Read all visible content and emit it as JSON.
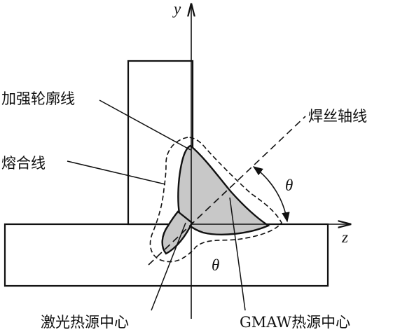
{
  "labels": {
    "reinforcement_profile": "加强轮廓线",
    "fusion_line": "熔合线",
    "wire_axis": "焊丝轴线",
    "laser_center": "激光热源中心",
    "gmaw_center": "GMAW热源中心"
  },
  "axes": {
    "y": "y",
    "z": "z",
    "theta_upper": "θ",
    "theta_lower": "θ"
  },
  "colors": {
    "stroke": "#111111",
    "weld_fill": "#c8c8c8",
    "background": "#ffffff"
  }
}
